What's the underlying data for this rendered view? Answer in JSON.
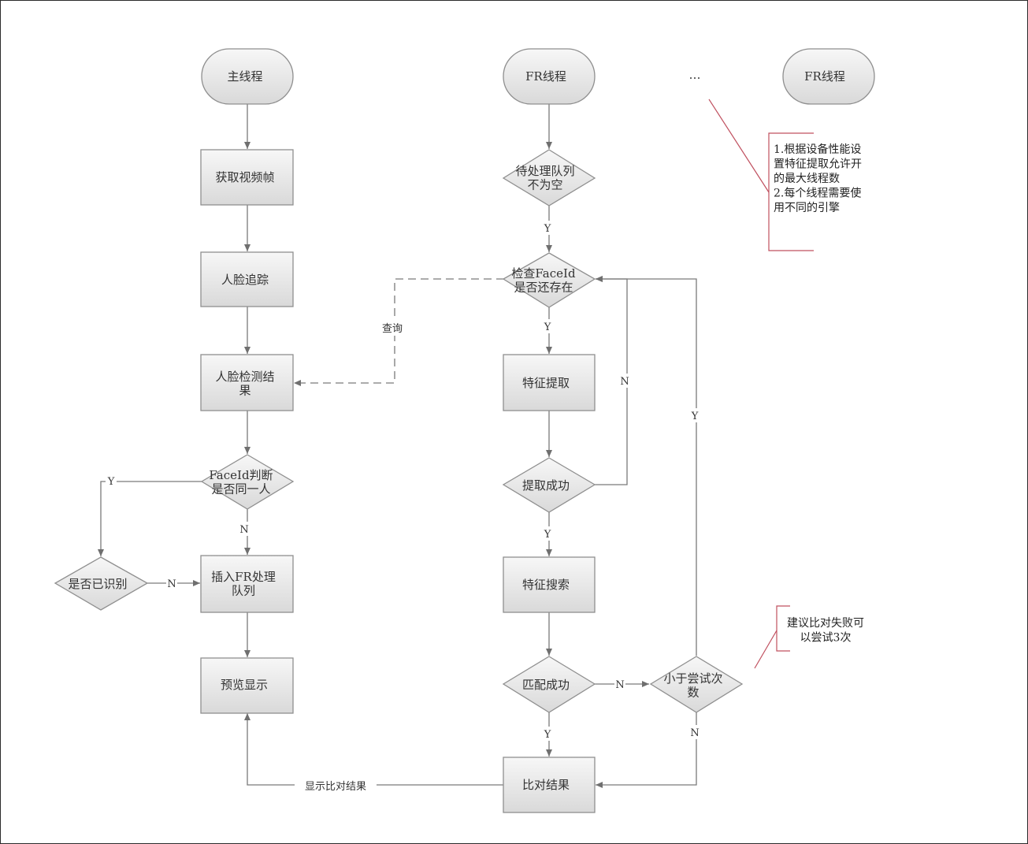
{
  "diagram": {
    "nodes": {
      "main_thread": {
        "label": "主线程"
      },
      "get_frame": {
        "label": "获取视频帧"
      },
      "face_track": {
        "label": "人脸追踪"
      },
      "face_detect_result": {
        "label": "人脸检测结\n果"
      },
      "faceid_same": {
        "label": "FaceId判断\n是否同一人"
      },
      "recognized": {
        "label": "是否已识别"
      },
      "insert_queue": {
        "label": "插入FR处理\n队列"
      },
      "preview": {
        "label": "预览显示"
      },
      "fr_thread": {
        "label": "FR线程"
      },
      "ellipsis": {
        "label": "…"
      },
      "fr_thread_2": {
        "label": "FR线程"
      },
      "queue_not_empty": {
        "label": "待处理队列\n不为空"
      },
      "check_faceid": {
        "label": "检查FaceId\n是否还存在"
      },
      "feature_extract": {
        "label": "特征提取"
      },
      "extract_success": {
        "label": "提取成功"
      },
      "feature_search": {
        "label": "特征搜索"
      },
      "match_success": {
        "label": "匹配成功"
      },
      "less_than_tries": {
        "label": "小于尝试次\n数"
      },
      "compare_result": {
        "label": "比对结果"
      }
    },
    "edge_labels": {
      "query": "查询",
      "y_queue": "Y",
      "y_check": "Y",
      "n_extract": "N",
      "y_extract": "Y",
      "y_retry": "Y",
      "y_same": "Y",
      "n_same": "N",
      "n_recognized": "N",
      "n_match": "N",
      "y_match": "Y",
      "n_retry": "N",
      "show_result": "显示比对结果"
    },
    "notes": {
      "threads_note": "1.根据设备性能设\n置特征提取允许开\n的最大线程数\n2.每个线程需要使\n用不同的引擎",
      "retry_note": "建议比对失败可\n以尝试3次"
    }
  }
}
